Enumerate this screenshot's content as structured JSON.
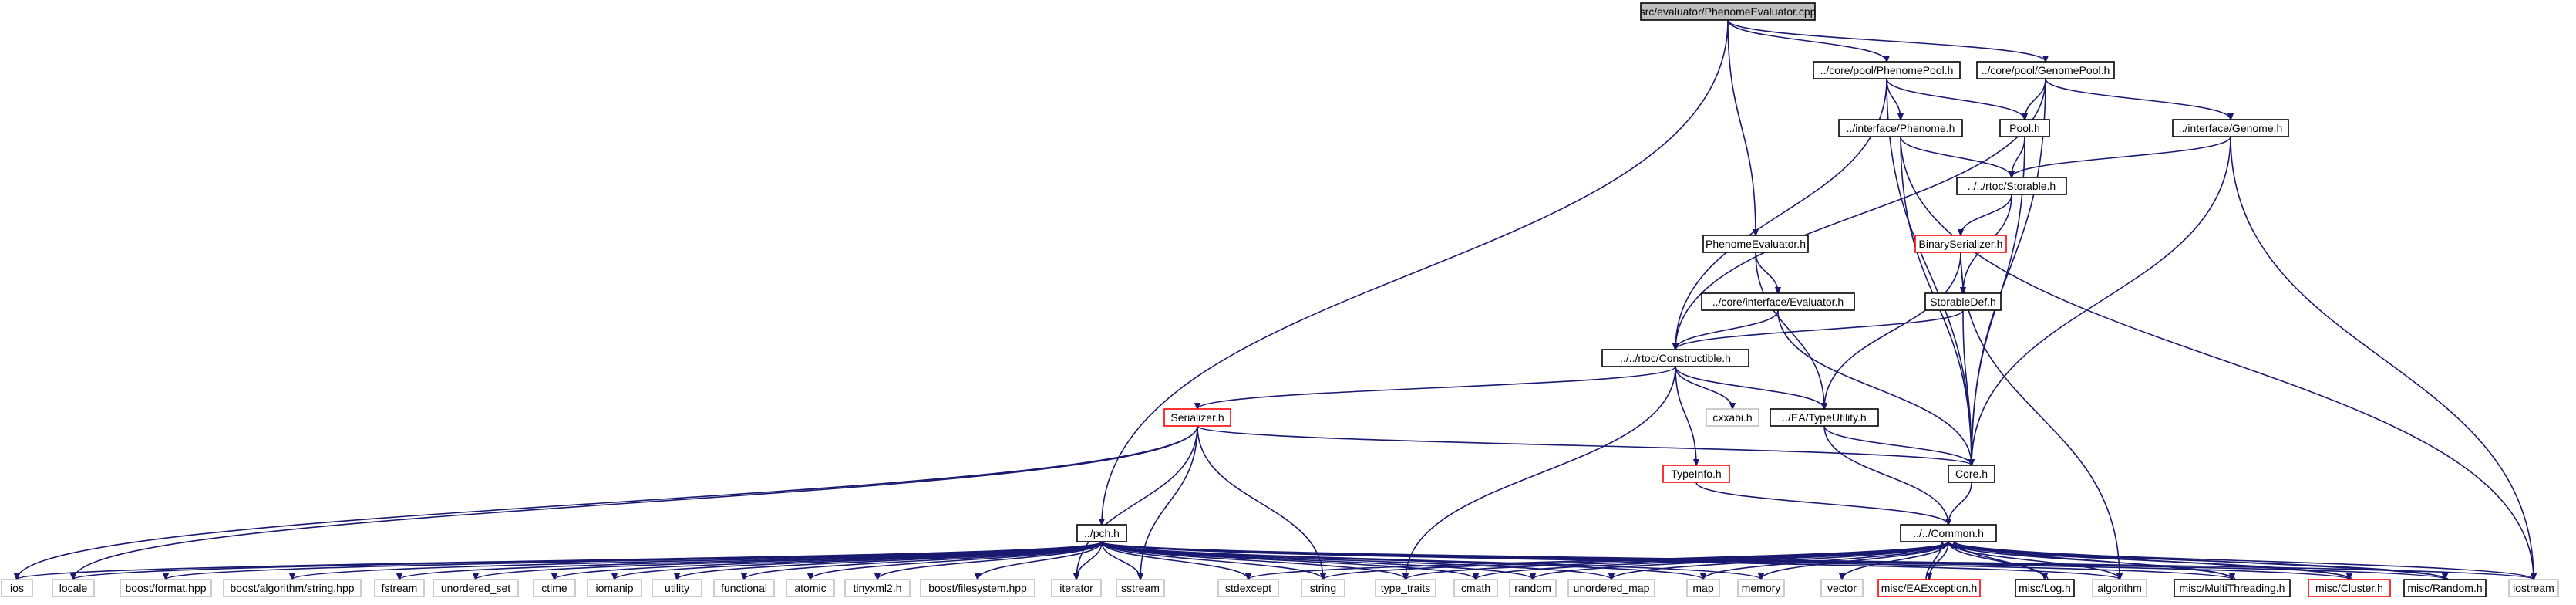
{
  "colors": {
    "edge": "#191970",
    "border_normal": "#000000",
    "border_missing": "#bfbfbf",
    "border_truncated": "#ff0000",
    "fill_root": "#bfbfbf",
    "fill_normal": "#ffffff"
  },
  "nodes": [
    {
      "id": "root",
      "label": "src/evaluator/PhenomeEvaluator.cpp",
      "kind": "root"
    },
    {
      "id": "phenomepool",
      "label": "../core/pool/PhenomePool.h",
      "kind": "normal"
    },
    {
      "id": "genomepool",
      "label": "../core/pool/GenomePool.h",
      "kind": "normal"
    },
    {
      "id": "iphenome",
      "label": "../interface/Phenome.h",
      "kind": "normal"
    },
    {
      "id": "poolh",
      "label": "Pool.h",
      "kind": "normal"
    },
    {
      "id": "igenome",
      "label": "../interface/Genome.h",
      "kind": "normal"
    },
    {
      "id": "storable",
      "label": "../../rtoc/Storable.h",
      "kind": "normal"
    },
    {
      "id": "binser",
      "label": "BinarySerializer.h",
      "kind": "truncated"
    },
    {
      "id": "phenoeval",
      "label": "PhenomeEvaluator.h",
      "kind": "normal"
    },
    {
      "id": "ievaluator",
      "label": "../core/interface/Evaluator.h",
      "kind": "normal"
    },
    {
      "id": "storabledef",
      "label": "StorableDef.h",
      "kind": "normal"
    },
    {
      "id": "constructible",
      "label": "../../rtoc/Constructible.h",
      "kind": "normal"
    },
    {
      "id": "serializer",
      "label": "Serializer.h",
      "kind": "truncated"
    },
    {
      "id": "cxxabi",
      "label": "cxxabi.h",
      "kind": "missing"
    },
    {
      "id": "typeutility",
      "label": "../EA/TypeUtility.h",
      "kind": "normal"
    },
    {
      "id": "typeinfo",
      "label": "TypeInfo.h",
      "kind": "truncated"
    },
    {
      "id": "core",
      "label": "Core.h",
      "kind": "normal"
    },
    {
      "id": "pch",
      "label": "../pch.h",
      "kind": "normal"
    },
    {
      "id": "common",
      "label": "../../Common.h",
      "kind": "normal"
    },
    {
      "id": "ios",
      "label": "ios",
      "kind": "missing"
    },
    {
      "id": "locale",
      "label": "locale",
      "kind": "missing"
    },
    {
      "id": "bformat",
      "label": "boost/format.hpp",
      "kind": "missing"
    },
    {
      "id": "balgstr",
      "label": "boost/algorithm/string.hpp",
      "kind": "missing"
    },
    {
      "id": "fstream",
      "label": "fstream",
      "kind": "missing"
    },
    {
      "id": "uset",
      "label": "unordered_set",
      "kind": "missing"
    },
    {
      "id": "ctime",
      "label": "ctime",
      "kind": "missing"
    },
    {
      "id": "iomanip",
      "label": "iomanip",
      "kind": "missing"
    },
    {
      "id": "utility",
      "label": "utility",
      "kind": "missing"
    },
    {
      "id": "functional",
      "label": "functional",
      "kind": "missing"
    },
    {
      "id": "atomic",
      "label": "atomic",
      "kind": "missing"
    },
    {
      "id": "tinyxml2",
      "label": "tinyxml2.h",
      "kind": "missing"
    },
    {
      "id": "bfs",
      "label": "boost/filesystem.hpp",
      "kind": "missing"
    },
    {
      "id": "iterator",
      "label": "iterator",
      "kind": "missing"
    },
    {
      "id": "sstream",
      "label": "sstream",
      "kind": "missing"
    },
    {
      "id": "stdexcept",
      "label": "stdexcept",
      "kind": "missing"
    },
    {
      "id": "string",
      "label": "string",
      "kind": "missing"
    },
    {
      "id": "typetraits",
      "label": "type_traits",
      "kind": "missing"
    },
    {
      "id": "cmath",
      "label": "cmath",
      "kind": "missing"
    },
    {
      "id": "random",
      "label": "random",
      "kind": "missing"
    },
    {
      "id": "umap",
      "label": "unordered_map",
      "kind": "missing"
    },
    {
      "id": "map",
      "label": "map",
      "kind": "missing"
    },
    {
      "id": "memory",
      "label": "memory",
      "kind": "missing"
    },
    {
      "id": "vector",
      "label": "vector",
      "kind": "missing"
    },
    {
      "id": "eaexc",
      "label": "misc/EAException.h",
      "kind": "truncated"
    },
    {
      "id": "log",
      "label": "misc/Log.h",
      "kind": "normal"
    },
    {
      "id": "algorithm",
      "label": "algorithm",
      "kind": "missing"
    },
    {
      "id": "mthread",
      "label": "misc/MultiThreading.h",
      "kind": "normal"
    },
    {
      "id": "cluster",
      "label": "misc/Cluster.h",
      "kind": "truncated"
    },
    {
      "id": "mrandom",
      "label": "misc/Random.h",
      "kind": "normal"
    },
    {
      "id": "iostream",
      "label": "iostream",
      "kind": "missing"
    }
  ]
}
